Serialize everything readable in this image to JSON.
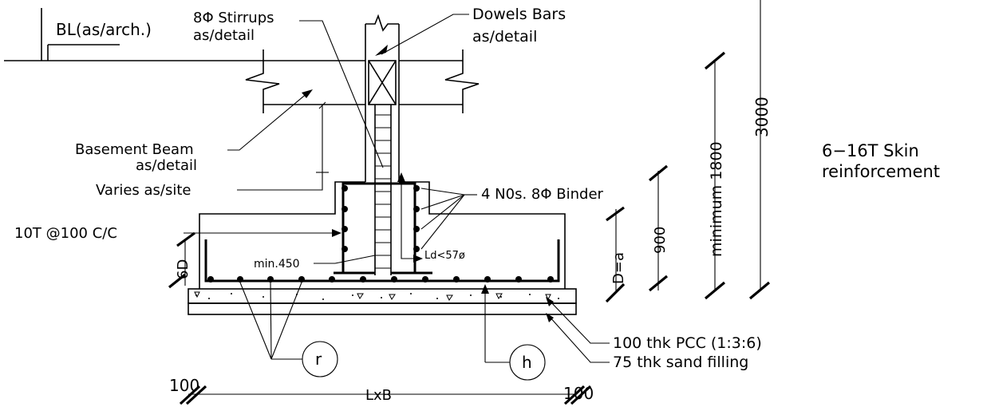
{
  "labels": {
    "bl": "BL(as/arch.)",
    "stirrups_1": "8Φ Stirrups",
    "stirrups_2": "as/detail",
    "dowels_1": "Dowels Bars",
    "dowels_2": "as/detail",
    "beam_1": "Basement Beam",
    "beam_2": "as/detail",
    "varies": "Varies as/site",
    "binder": "4 N0s. 8Φ Binder",
    "ten_t": "10T @100 C/C",
    "min450": "min.450",
    "ld": "Ld<57ø",
    "six_d": "6D",
    "d_eq": "D=a",
    "dim_900": "900",
    "dim_1800": "minimum  1800",
    "dim_3000": "3000",
    "skin_1": "6−16T Skin",
    "skin_2": "reinforcement",
    "pcc": "100 thk PCC (1:3:6)",
    "sand": "75 thk sand filling",
    "tag_r": "r",
    "tag_h": "h",
    "dim_100_left": "100",
    "dim_lxb": "LxB",
    "dim_100_right": "100"
  }
}
